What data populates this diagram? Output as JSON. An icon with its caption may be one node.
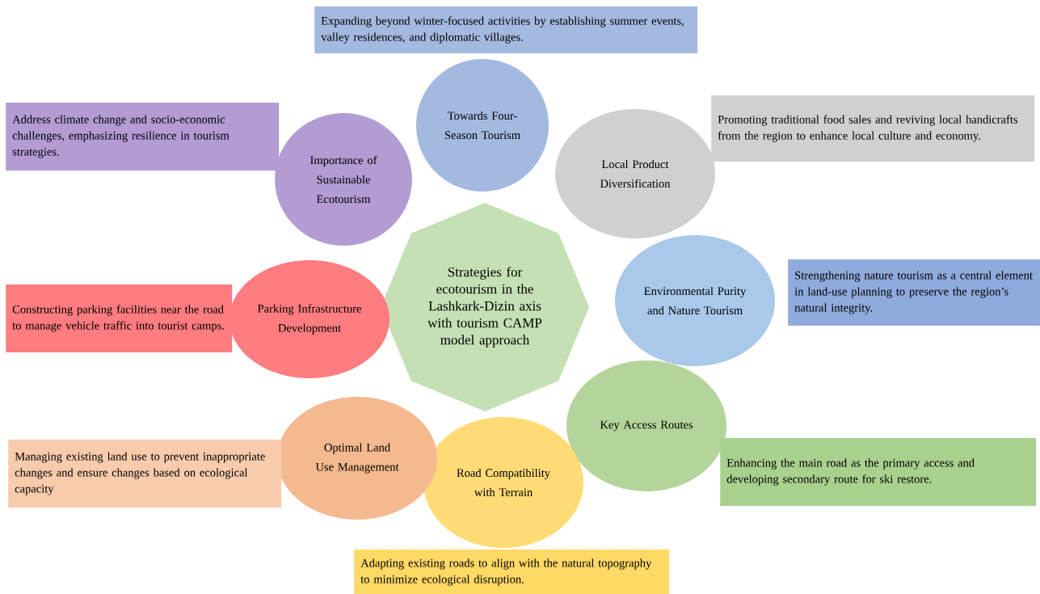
{
  "diagram": {
    "nodes": [
      {
        "text": [
          "Strategies for ecotourism in the Lashkark-Dizin axis with tourism CAMP model approach"
        ]
      },
      {
        "text": [
          "Towards Four-Season Tourism"
        ]
      },
      {
        "text": [
          "Local Product Diversification"
        ]
      },
      {
        "text": [
          "Environmental Purity and Nature Tourism"
        ]
      },
      {
        "text": [
          "Key Access Routes"
        ]
      },
      {
        "text": [
          "Road Compatibility with Terrain"
        ]
      },
      {
        "text": [
          "Optimal Land Use Management"
        ]
      },
      {
        "text": [
          "Parking Infrastructure Development"
        ]
      },
      {
        "text": [
          "Importance of Sustainable Ecotourism"
        ]
      },
      {
        "text": [
          "Expanding beyond winter-focused activities by establishing summer events, valley residences, and diplomatic villages."
        ]
      },
      {
        "text": [
          "Promoting traditional food sales and reviving local handicrafts from the region to enhance local culture and economy."
        ]
      },
      {
        "text": [
          "Strengthening nature tourism as a central element in land-use planning to preserve the region’s natural integrity."
        ]
      },
      {
        "text": [
          "Enhancing the main road as the primary access and developing secondary route for ski restore."
        ]
      },
      {
        "text": [
          "Adapting existing roads to align with the natural topography to minimize ecological disruption."
        ]
      },
      {
        "text": [
          "Managing existing land use to prevent inappropriate changes and ensure changes based on ecological capacity"
        ]
      },
      {
        "text": [
          "Constructing parking facilities near the road to manage vehicle traffic into tourist camps."
        ]
      },
      {
        "text": [
          "Address climate change and socio-economic challenges, emphasizing resilience in tourism strategies."
        ]
      }
    ]
  }
}
